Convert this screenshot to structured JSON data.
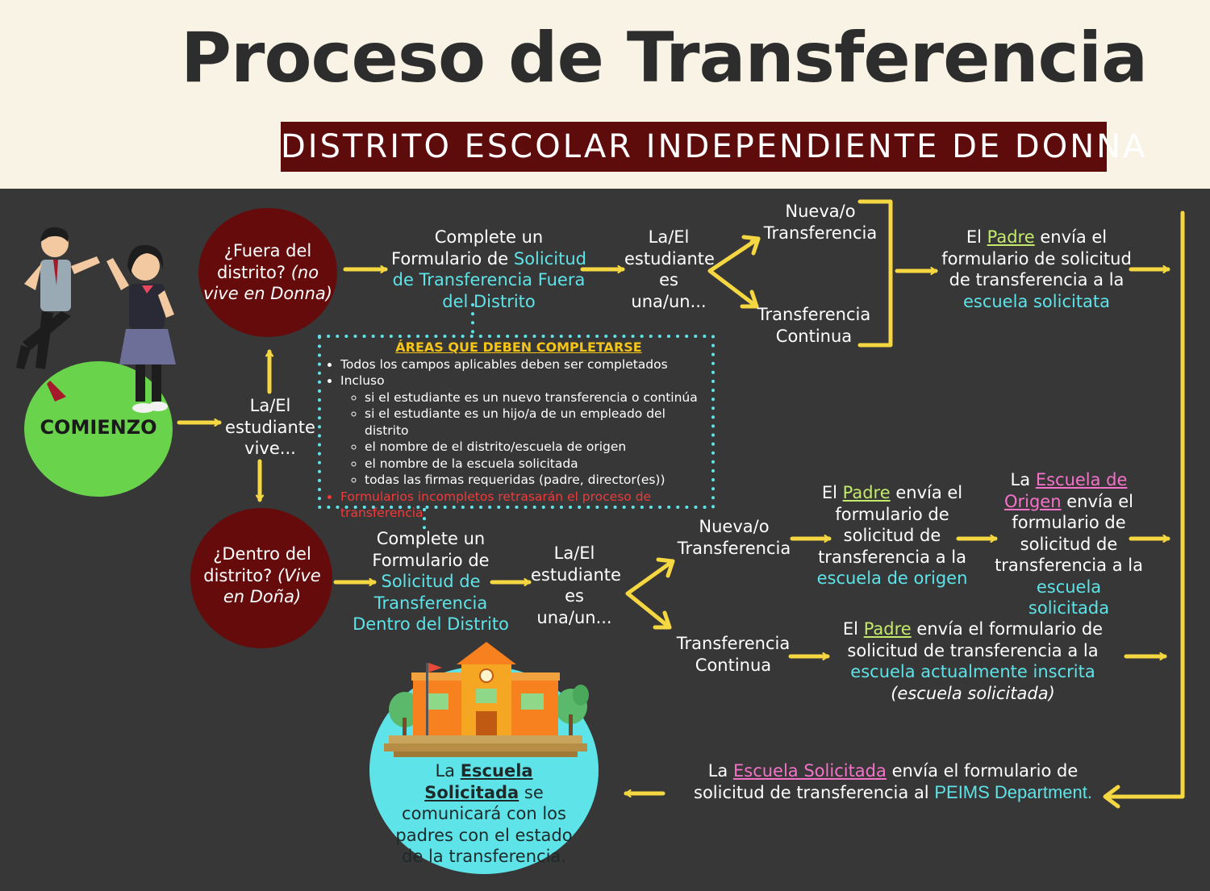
{
  "header": {
    "title": "Proceso de Transferencia",
    "subtitle": "DISTRITO ESCOLAR INDEPENDIENTE DE DONNA"
  },
  "start": "COMIENZO",
  "lives": "La/El estudiante vive...",
  "outside_q": {
    "main": "¿Fuera del distrito?",
    "sub": "(no vive en Donna)"
  },
  "inside_q": {
    "main": "¿Dentro del distrito?",
    "sub": "(Vive en Doña)"
  },
  "out_form": {
    "l1": "Complete un Formulario de",
    "l2": "Solicitud de",
    "l3": "Transferencia Fuera del Distrito"
  },
  "in_form": {
    "l1": "Complete un Formulario de",
    "l2": "Solicitud de Transferencia Dentro del Distrito"
  },
  "student_is": "La/El estudiante es una/un...",
  "new_transfer": "Nueva/o Transferencia",
  "continuing_transfer": "Transferencia Continua",
  "out_send": {
    "a": "El",
    "padre": "Padre",
    "b": "envía el formulario de solicitud de transferencia a la",
    "c": "escuela  solicitata"
  },
  "in_new_send": {
    "a": "El",
    "padre": "Padre",
    "b": "envía el formulario de solicitud de transferencia a la",
    "c": "escuela de origen"
  },
  "origin_send": {
    "a": "La",
    "origen": "Escuela de Origen",
    "b": "envía el formulario de solicitud de transferencia a la",
    "c": "escuela solicitada"
  },
  "in_cont_send": {
    "a": "El",
    "padre": "Padre",
    "b": "envía el formulario de solicitud de transferencia a la",
    "c": "escuela actualmente inscrita",
    "d": "(escuela solicitada)"
  },
  "peims": {
    "a": "La",
    "escuela": "Escuela Solicitada",
    "b": "envía el formulario de solicitud de transferencia al",
    "c": "PEIMS Department."
  },
  "final": {
    "a": "La",
    "escuela": "Escuela Solicitada",
    "b": "se comunicará con los padres con el estado de la transferencia."
  },
  "areas": {
    "title": "ÁREAS QUE DEBEN COMPLETARSE",
    "b1": "Todos los campos aplicables deben ser completados",
    "b2": "Incluso",
    "s1": "si el estudiante es un nuevo transferencia o continúa",
    "s2": "si el estudiante es un hijo/a de un empleado del distrito",
    "s3": "el nombre de el distrito/escuela de origen",
    "s4": "el nombre de la escuela solicitada",
    "s5": "todas las firmas requeridas (padre, director(es))",
    "b3": "Formularios incompletos retrasarán el proceso de transferencia"
  },
  "icons": [
    "student-boy-icon",
    "student-girl-icon",
    "school-building-icon",
    "arrow-icon",
    "bracket-icon"
  ],
  "colors": {
    "header_bg": "#f8f3e4",
    "subtitle_bg": "#5e0b0b",
    "bg": "#373737",
    "question_circle": "#650b0b",
    "start_circle": "#6ad34c",
    "final_circle": "#5ee3e8",
    "arrow": "#f5d742",
    "accent_cyan": "#5ee3e8",
    "accent_green": "#c4ea6c",
    "accent_pink": "#f472c8"
  }
}
